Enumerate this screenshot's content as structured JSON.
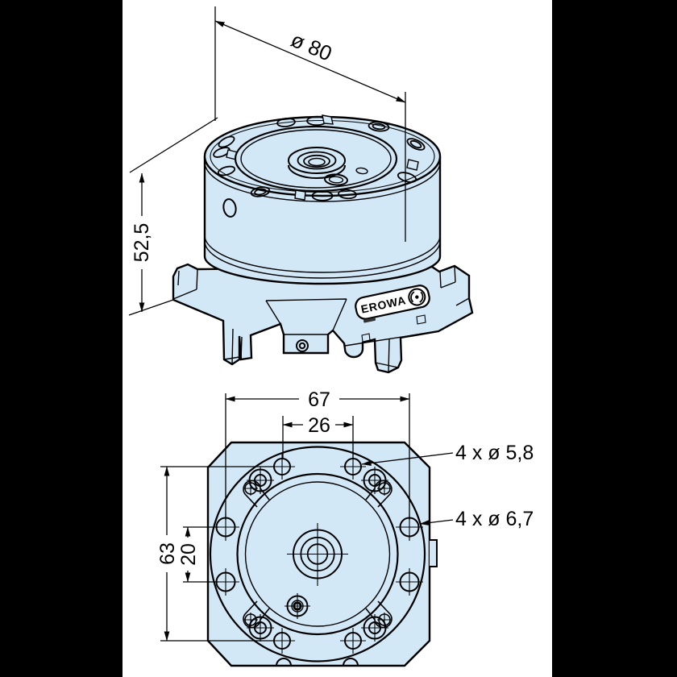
{
  "sheet": {
    "background_color": "#000000",
    "paper_color": "#ffffff",
    "part_fill_color": "#d2e8f7",
    "line_color": "#000000"
  },
  "iso_view": {
    "dim_diameter": "ø 80",
    "dim_height": "52,5",
    "nameplate_brand": "EROWA"
  },
  "bottom_view": {
    "dim_overall_width": "67",
    "dim_top_hole_pitch": "26",
    "dim_overall_height": "63",
    "dim_side_hole_pitch": "20",
    "callout_corner_holes": "4 x ø 5,8",
    "callout_side_holes": "4 x ø 6,7"
  }
}
